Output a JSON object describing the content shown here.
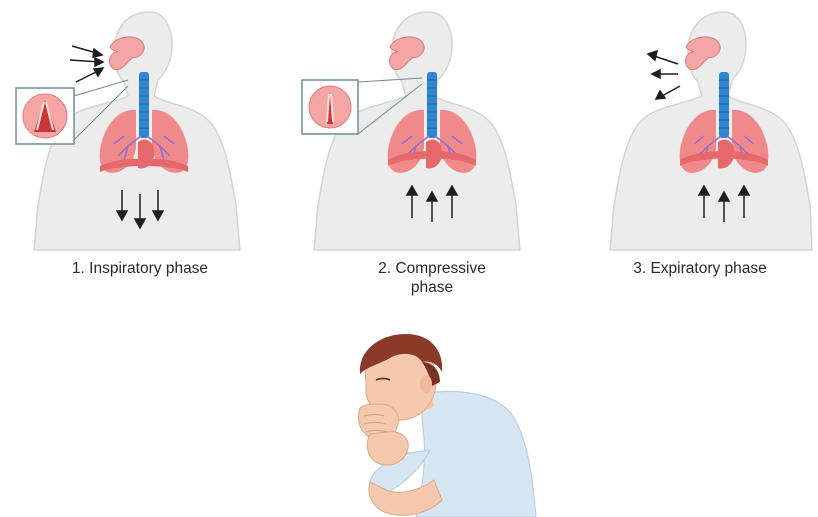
{
  "phases": [
    {
      "label": "1. Inspiratory phase",
      "air": "in",
      "diaphragm": "down"
    },
    {
      "label": "2. Compressive\nphase",
      "air": "none",
      "diaphragm": "up"
    },
    {
      "label": "3. Expiratory phase",
      "air": "out",
      "diaphragm": "up"
    }
  ],
  "colors": {
    "body": "#ececec",
    "body_outline": "#d4d4d4",
    "lung": "#f08a8a",
    "lung_dark": "#e5686a",
    "trachea": "#2e86d4",
    "airway": "#f4a6a6",
    "bronchi": "#9b6fc2",
    "inset_border": "#6f8e90",
    "hair": "#8b3a2a",
    "shirt": "#d7e6f3",
    "skin": "#f5c9ad"
  }
}
